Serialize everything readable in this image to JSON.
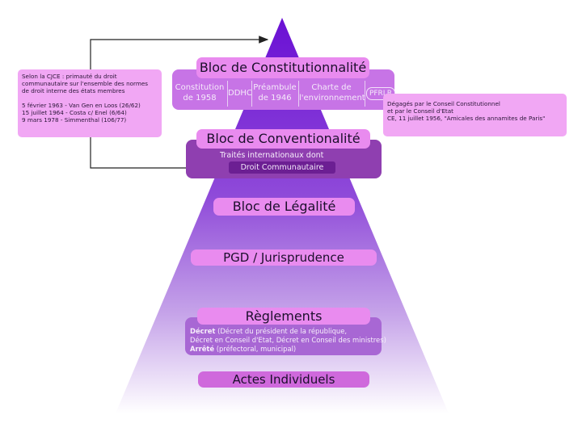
{
  "levels": {
    "constitutionnalite": {
      "title": "Bloc de Constitutionnalité",
      "items": [
        {
          "line1": "Constitution",
          "line2": "de 1958"
        },
        {
          "line1": "DDHC",
          "line2": ""
        },
        {
          "line1": "Préambule",
          "line2": "de 1946"
        },
        {
          "line1": "Charte de",
          "line2": "l'environnement"
        },
        {
          "line1": "PFRLR",
          "line2": ""
        }
      ]
    },
    "conventionnalite": {
      "title": "Bloc de Conventionalité",
      "sub1": "Traités internationaux dont",
      "sub2": "Droit Communautaire"
    },
    "legalite": {
      "title": "Bloc de Légalité"
    },
    "pgd": {
      "title": "PGD / Jurisprudence"
    },
    "reglements": {
      "title": "Règlements",
      "decret_label": "Décret",
      "decret_text": " (Décret du président de la république,",
      "decret_line2": "Décret en Conseil d'Etat, Décret en Conseil des ministres)",
      "arrete_label": "Arrêté",
      "arrete_text": " (préfectoral, municipal)"
    },
    "actes": {
      "title": "Actes Individuels"
    }
  },
  "notes": {
    "cjce": {
      "lines": [
        "Selon la CJCE : primauté du droit",
        "communautaire sur l'ensemble des normes",
        "de droit interne des états membres"
      ],
      "cases": [
        "5 février 1963 - Van Gen en Loos (26/62)",
        "15 juillet 1964 - Costa c/ Enel (6/64)",
        "9 mars 1978 - Simmenthal (106/77)"
      ]
    },
    "pfrlr": {
      "lines": [
        "Dégagés par le Conseil Constitutionnel",
        "et par le Conseil d'Etat",
        "CE, 11 juillet 1956, \"Amicales des annamites de Paris\""
      ]
    }
  },
  "colors": {
    "pyramid_top": "#6f12d6",
    "pyramid_bottom": "#ffffff",
    "bar": "#e98bef",
    "panel_dark": "#8f3fb0",
    "note_bg": "#f1a7f4"
  }
}
